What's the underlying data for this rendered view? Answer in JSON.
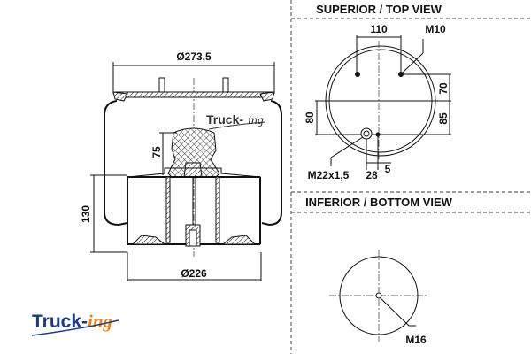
{
  "side_view": {
    "dim_top_diameter": "Ø273,5",
    "dim_bottom_diameter": "Ø226",
    "dim_height": "130",
    "dim_bumper": "75",
    "watermark_logo": "Truck-ing"
  },
  "top_view": {
    "title": "SUPERIOR / TOP VIEW",
    "dim_110": "110",
    "thread_stud": "M10",
    "dim_70": "70",
    "dim_85": "85",
    "dim_80": "80",
    "air_inlet": "M22x1,5",
    "dim_28": "28",
    "dim_5": "5"
  },
  "bottom_view": {
    "title": "INFERIOR / BOTTOM VIEW",
    "thread_bottom": "M16"
  },
  "logo": {
    "part1": "Truck-",
    "part2": "ing",
    "color1": "#1d3a8a",
    "color2": "#e8821e"
  }
}
